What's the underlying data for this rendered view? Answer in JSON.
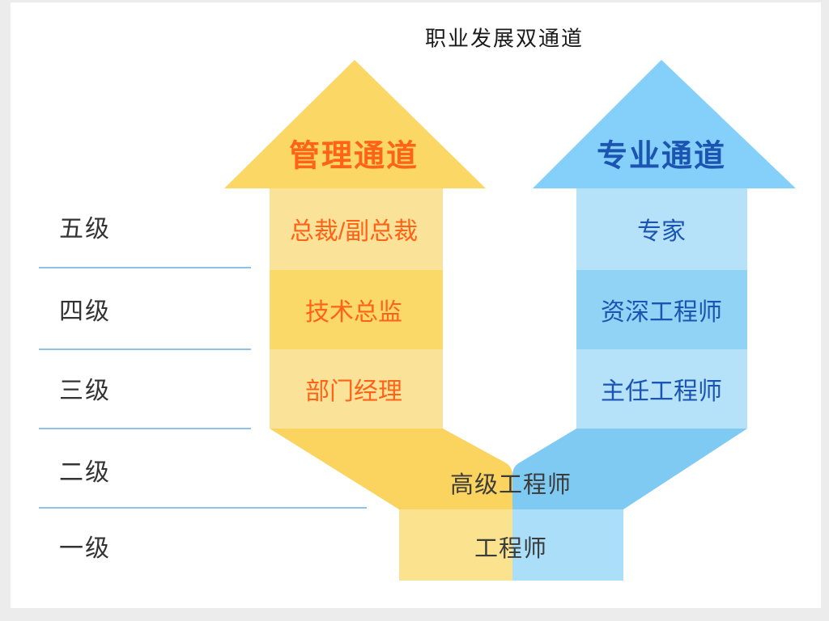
{
  "title": "职业发展双通道",
  "levels": [
    {
      "label": "五级"
    },
    {
      "label": "四级"
    },
    {
      "label": "三级"
    },
    {
      "label": "二级"
    },
    {
      "label": "一级"
    }
  ],
  "channels": {
    "management": {
      "title": "管理通道",
      "roles": [
        "总裁/副总裁",
        "技术总监",
        "部门经理"
      ]
    },
    "professional": {
      "title": "专业通道",
      "roles": [
        "专家",
        "资深工程师",
        "主任工程师"
      ]
    }
  },
  "shared_roles": [
    "高级工程师",
    "工程师"
  ],
  "colors": {
    "yellow_arrow": "#FBD766",
    "yellow_light": "#FAE398",
    "yellow_mid": "#FBD968",
    "yellow_bend": "#FBD35F",
    "yellow_box": "#FBE28E",
    "blue_arrow": "#84D0FA",
    "blue_light": "#B5E2F9",
    "blue_mid": "#90D3F5",
    "blue_bend": "#7ECAF3",
    "blue_box": "#ABDFF9",
    "orange_text": "#FF6318",
    "blue_text": "#1C54B2",
    "divider": "#8FC2EB"
  }
}
